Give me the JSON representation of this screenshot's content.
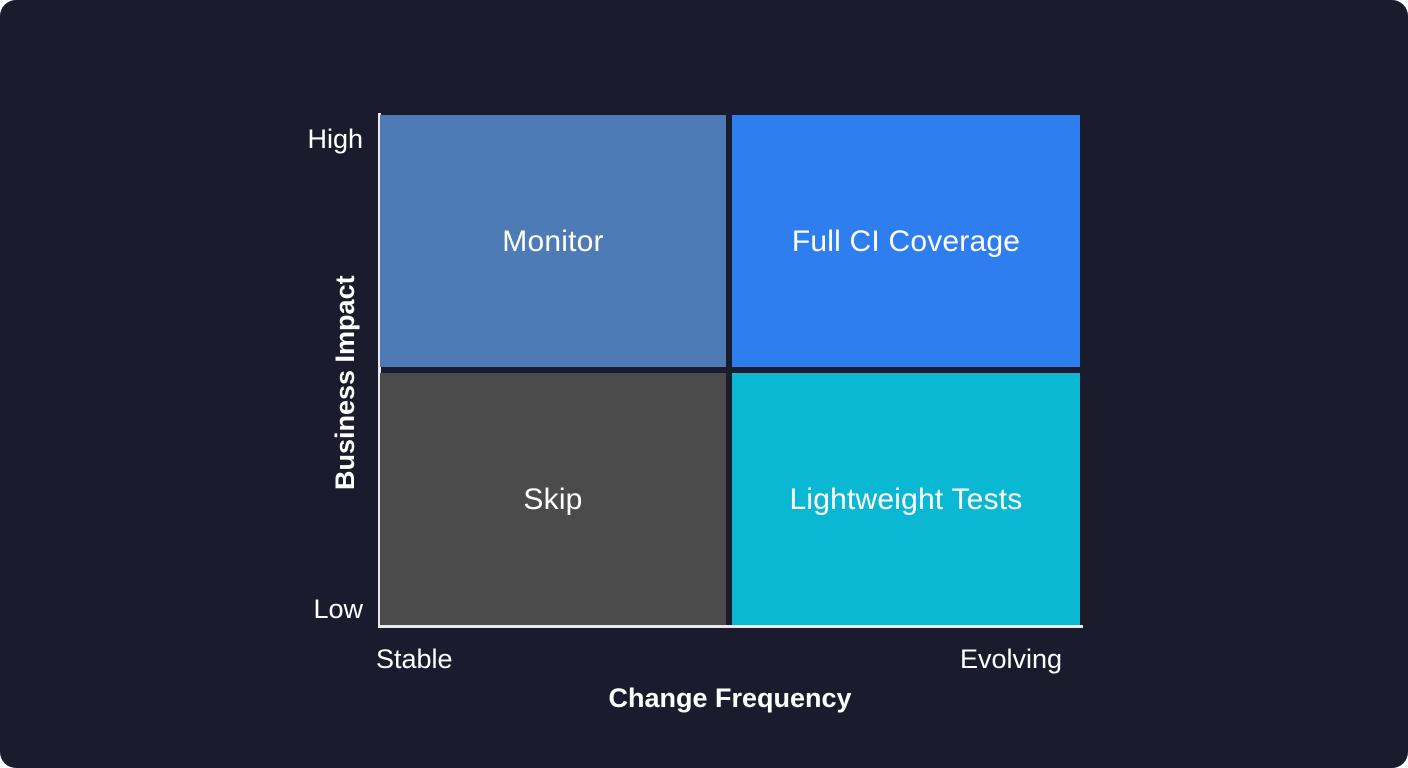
{
  "background": {
    "page": "#ffffff",
    "canvas": "#1a1c2e",
    "axis_line": "#e8e9ef"
  },
  "chart_data": {
    "type": "table",
    "subtype": "2x2-quadrant-matrix",
    "title": "",
    "xlabel": "Change Frequency",
    "ylabel": "Business Impact",
    "x_tick_labels": [
      "Stable",
      "Evolving"
    ],
    "y_tick_labels": [
      "Low",
      "High"
    ],
    "grid": false,
    "legend": "none",
    "axis_ranges": {
      "x": [
        "Stable",
        "Evolving"
      ],
      "y": [
        "Low",
        "High"
      ]
    },
    "categories": [
      "Stable",
      "Evolving"
    ],
    "quadrants": [
      {
        "id": "monitor",
        "label": "Monitor",
        "x": "Stable",
        "y": "High",
        "row": 0,
        "col": 0,
        "color": "#4e7ab5",
        "text_color": "#ffffff"
      },
      {
        "id": "full-ci-coverage",
        "label": "Full CI Coverage",
        "x": "Evolving",
        "y": "High",
        "row": 0,
        "col": 1,
        "color": "#2f7ef0",
        "text_color": "#ffffff"
      },
      {
        "id": "skip",
        "label": "Skip",
        "x": "Stable",
        "y": "Low",
        "row": 1,
        "col": 0,
        "color": "#4b4b4b",
        "text_color": "#ffffff"
      },
      {
        "id": "lightweight-tests",
        "label": "Lightweight Tests",
        "x": "Evolving",
        "y": "Low",
        "row": 1,
        "col": 1,
        "color": "#0bb8d4",
        "text_color": "#ffffff"
      }
    ]
  },
  "axes": {
    "y": {
      "title": "Business Impact",
      "high_label": "High",
      "low_label": "Low"
    },
    "x": {
      "title": "Change Frequency",
      "left_label": "Stable",
      "right_label": "Evolving"
    }
  }
}
